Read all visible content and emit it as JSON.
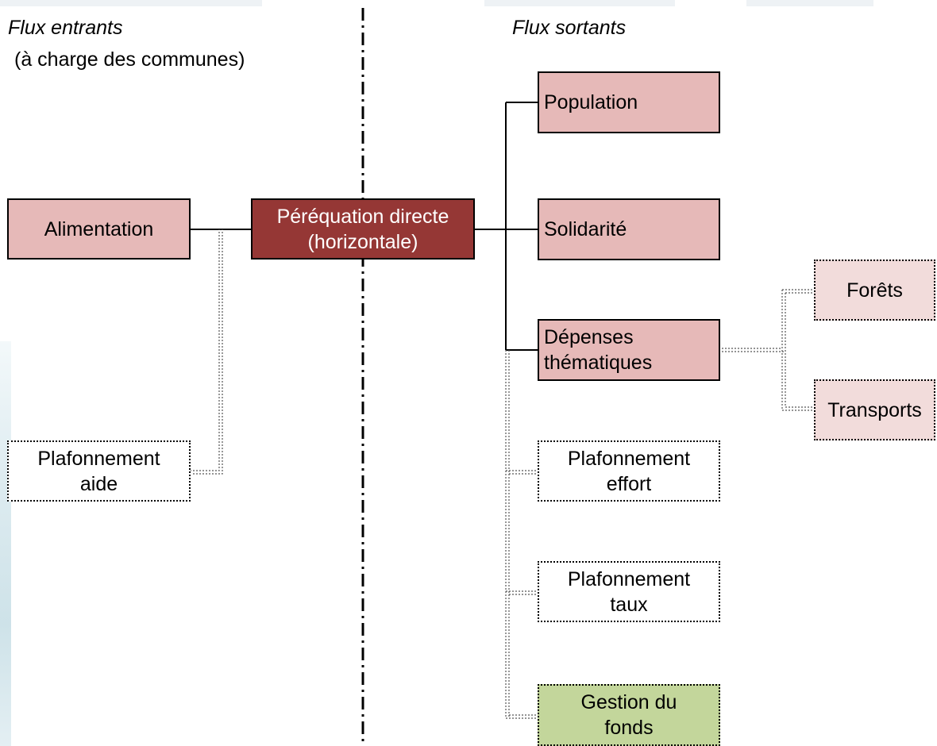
{
  "headings": {
    "incoming_title": "Flux entrants",
    "incoming_subtitle": "(à charge des communes)",
    "outgoing_title": "Flux sortants"
  },
  "nodes": {
    "alimentation": {
      "label": "Alimentation"
    },
    "plafonnement_aide": {
      "line1": "Plafonnement",
      "line2": "aide"
    },
    "perequation": {
      "line1": "Péréquation directe",
      "line2": "(horizontale)"
    },
    "population": {
      "label": "Population"
    },
    "solidarite": {
      "label": "Solidarité"
    },
    "depenses": {
      "line1": "Dépenses",
      "line2": "thématiques"
    },
    "forets": {
      "label": "Forêts"
    },
    "transports": {
      "label": "Transports"
    },
    "plafonnement_effort": {
      "line1": "Plafonnement",
      "line2": "effort"
    },
    "plafonnement_taux": {
      "line1": "Plafonnement",
      "line2": "taux"
    },
    "gestion_fonds": {
      "line1": "Gestion du",
      "line2": "fonds"
    }
  },
  "colors": {
    "pink_fill": "#e6b9b8",
    "light_pink_fill": "#f2dcdb",
    "central_fill": "#953735",
    "green_fill": "#c3d69b"
  },
  "line_styles": {
    "solid": "solid black connector",
    "dotted": "dotted double-line connector"
  }
}
